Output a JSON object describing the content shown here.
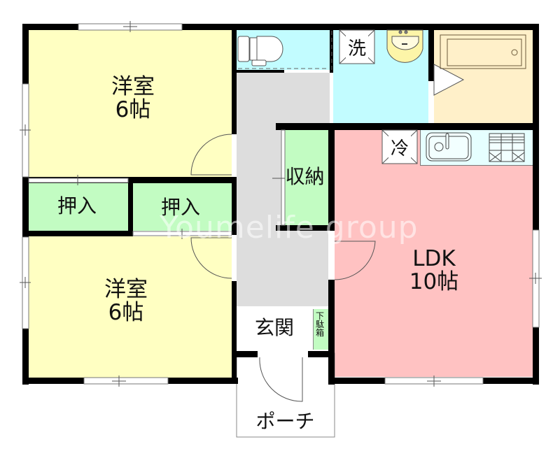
{
  "floor_plan": {
    "rooms": [
      {
        "id": "western-room-upper",
        "name": "洋室",
        "size": "6帖",
        "color": "#ffffc2"
      },
      {
        "id": "western-room-lower",
        "name": "洋室",
        "size": "6帖",
        "color": "#ffffc2"
      },
      {
        "id": "closet-left",
        "name": "押入",
        "color": "#c2fcc2"
      },
      {
        "id": "closet-right",
        "name": "押入",
        "color": "#c2fcc2"
      },
      {
        "id": "storage",
        "name": "収納",
        "color": "#c2fcc2"
      },
      {
        "id": "ldk",
        "name": "LDK",
        "size": "10帖",
        "color": "#ffc2c2"
      },
      {
        "id": "toilet",
        "name": "",
        "color": "#c2fcff"
      },
      {
        "id": "washroom",
        "name": "",
        "color": "#c2fcff"
      },
      {
        "id": "bathroom",
        "name": "",
        "color": "#fff0c9"
      },
      {
        "id": "hallway",
        "name": "",
        "color": "#dddddd"
      },
      {
        "id": "entrance",
        "name": "玄関",
        "color": "#ffffff"
      },
      {
        "id": "shoe-box",
        "name": "下駄箱",
        "color": "#c2fcc2"
      },
      {
        "id": "porch",
        "name": "ポーチ",
        "color": "#ffffff"
      }
    ],
    "fixtures": {
      "washer": "洗",
      "fridge": "冷"
    },
    "watermark": "Youmelife group",
    "colors": {
      "wall": "#000000",
      "kitchen_counter": "#e6ffff",
      "sink_basin": "#fdf5a8"
    }
  }
}
